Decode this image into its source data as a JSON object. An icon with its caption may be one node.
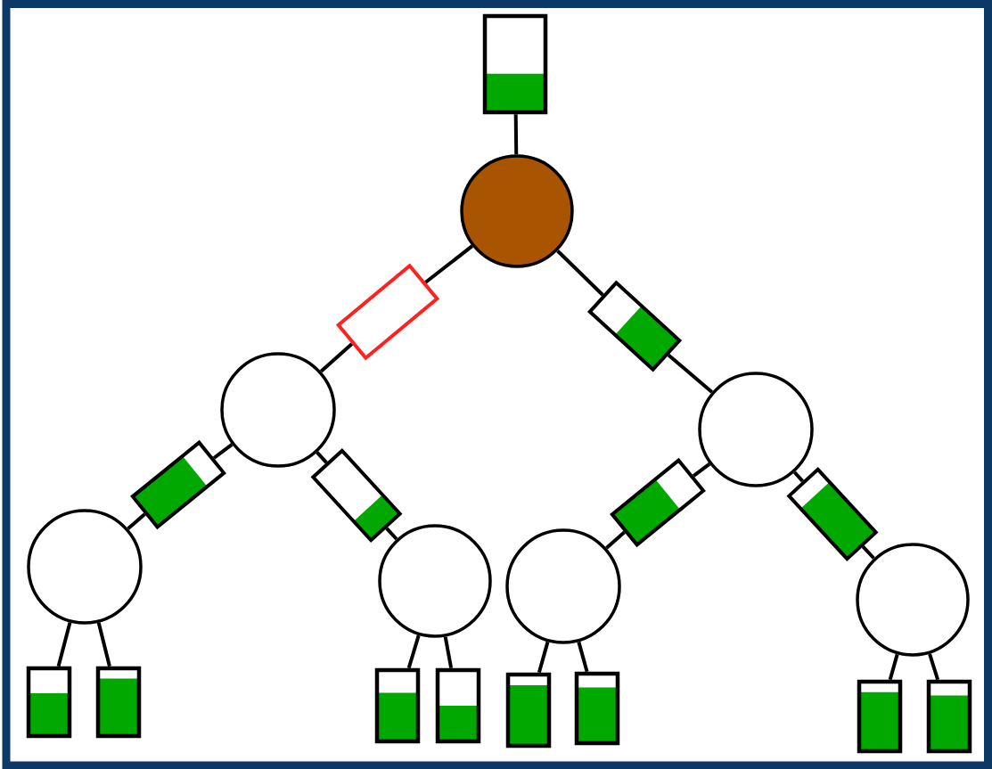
{
  "diagram": {
    "nodes": [
      {
        "text": [],
        "shape": "box"
      },
      {
        "text": [],
        "shape": "circle"
      },
      {
        "text": [],
        "shape": "box"
      },
      {
        "text": [],
        "shape": "box"
      },
      {
        "text": [],
        "shape": "circle"
      },
      {
        "text": [],
        "shape": "circle"
      },
      {
        "text": [],
        "shape": "box"
      },
      {
        "text": [],
        "shape": "box"
      },
      {
        "text": [],
        "shape": "box"
      },
      {
        "text": [],
        "shape": "box"
      },
      {
        "text": [],
        "shape": "circle"
      },
      {
        "text": [],
        "shape": "circle"
      },
      {
        "text": [],
        "shape": "circle"
      },
      {
        "text": [],
        "shape": "circle"
      },
      {
        "text": [],
        "shape": "box"
      },
      {
        "text": [],
        "shape": "box"
      },
      {
        "text": [],
        "shape": "box"
      },
      {
        "text": [],
        "shape": "box"
      },
      {
        "text": [],
        "shape": "box"
      },
      {
        "text": [],
        "shape": "box"
      },
      {
        "text": [],
        "shape": "box"
      },
      {
        "text": [],
        "shape": "box"
      }
    ],
    "edges": [
      {
        "from": 0,
        "to": 1,
        "arrow": "none"
      },
      {
        "from": 1,
        "to": 2,
        "arrow": "none"
      },
      {
        "from": 2,
        "to": 4,
        "arrow": "none"
      },
      {
        "from": 1,
        "to": 3,
        "arrow": "none"
      },
      {
        "from": 3,
        "to": 5,
        "arrow": "none"
      },
      {
        "from": 4,
        "to": 6,
        "arrow": "none"
      },
      {
        "from": 6,
        "to": 10,
        "arrow": "none"
      },
      {
        "from": 4,
        "to": 7,
        "arrow": "none"
      },
      {
        "from": 7,
        "to": 11,
        "arrow": "none"
      },
      {
        "from": 5,
        "to": 8,
        "arrow": "none"
      },
      {
        "from": 8,
        "to": 12,
        "arrow": "none"
      },
      {
        "from": 5,
        "to": 9,
        "arrow": "none"
      },
      {
        "from": 9,
        "to": 13,
        "arrow": "none"
      },
      {
        "from": 10,
        "to": 14,
        "arrow": "none"
      },
      {
        "from": 10,
        "to": 15,
        "arrow": "none"
      },
      {
        "from": 11,
        "to": 16,
        "arrow": "none"
      },
      {
        "from": 11,
        "to": 17,
        "arrow": "none"
      },
      {
        "from": 12,
        "to": 18,
        "arrow": "none"
      },
      {
        "from": 12,
        "to": 19,
        "arrow": "none"
      },
      {
        "from": 13,
        "to": 20,
        "arrow": "none"
      },
      {
        "from": 13,
        "to": 21,
        "arrow": "none"
      }
    ]
  }
}
